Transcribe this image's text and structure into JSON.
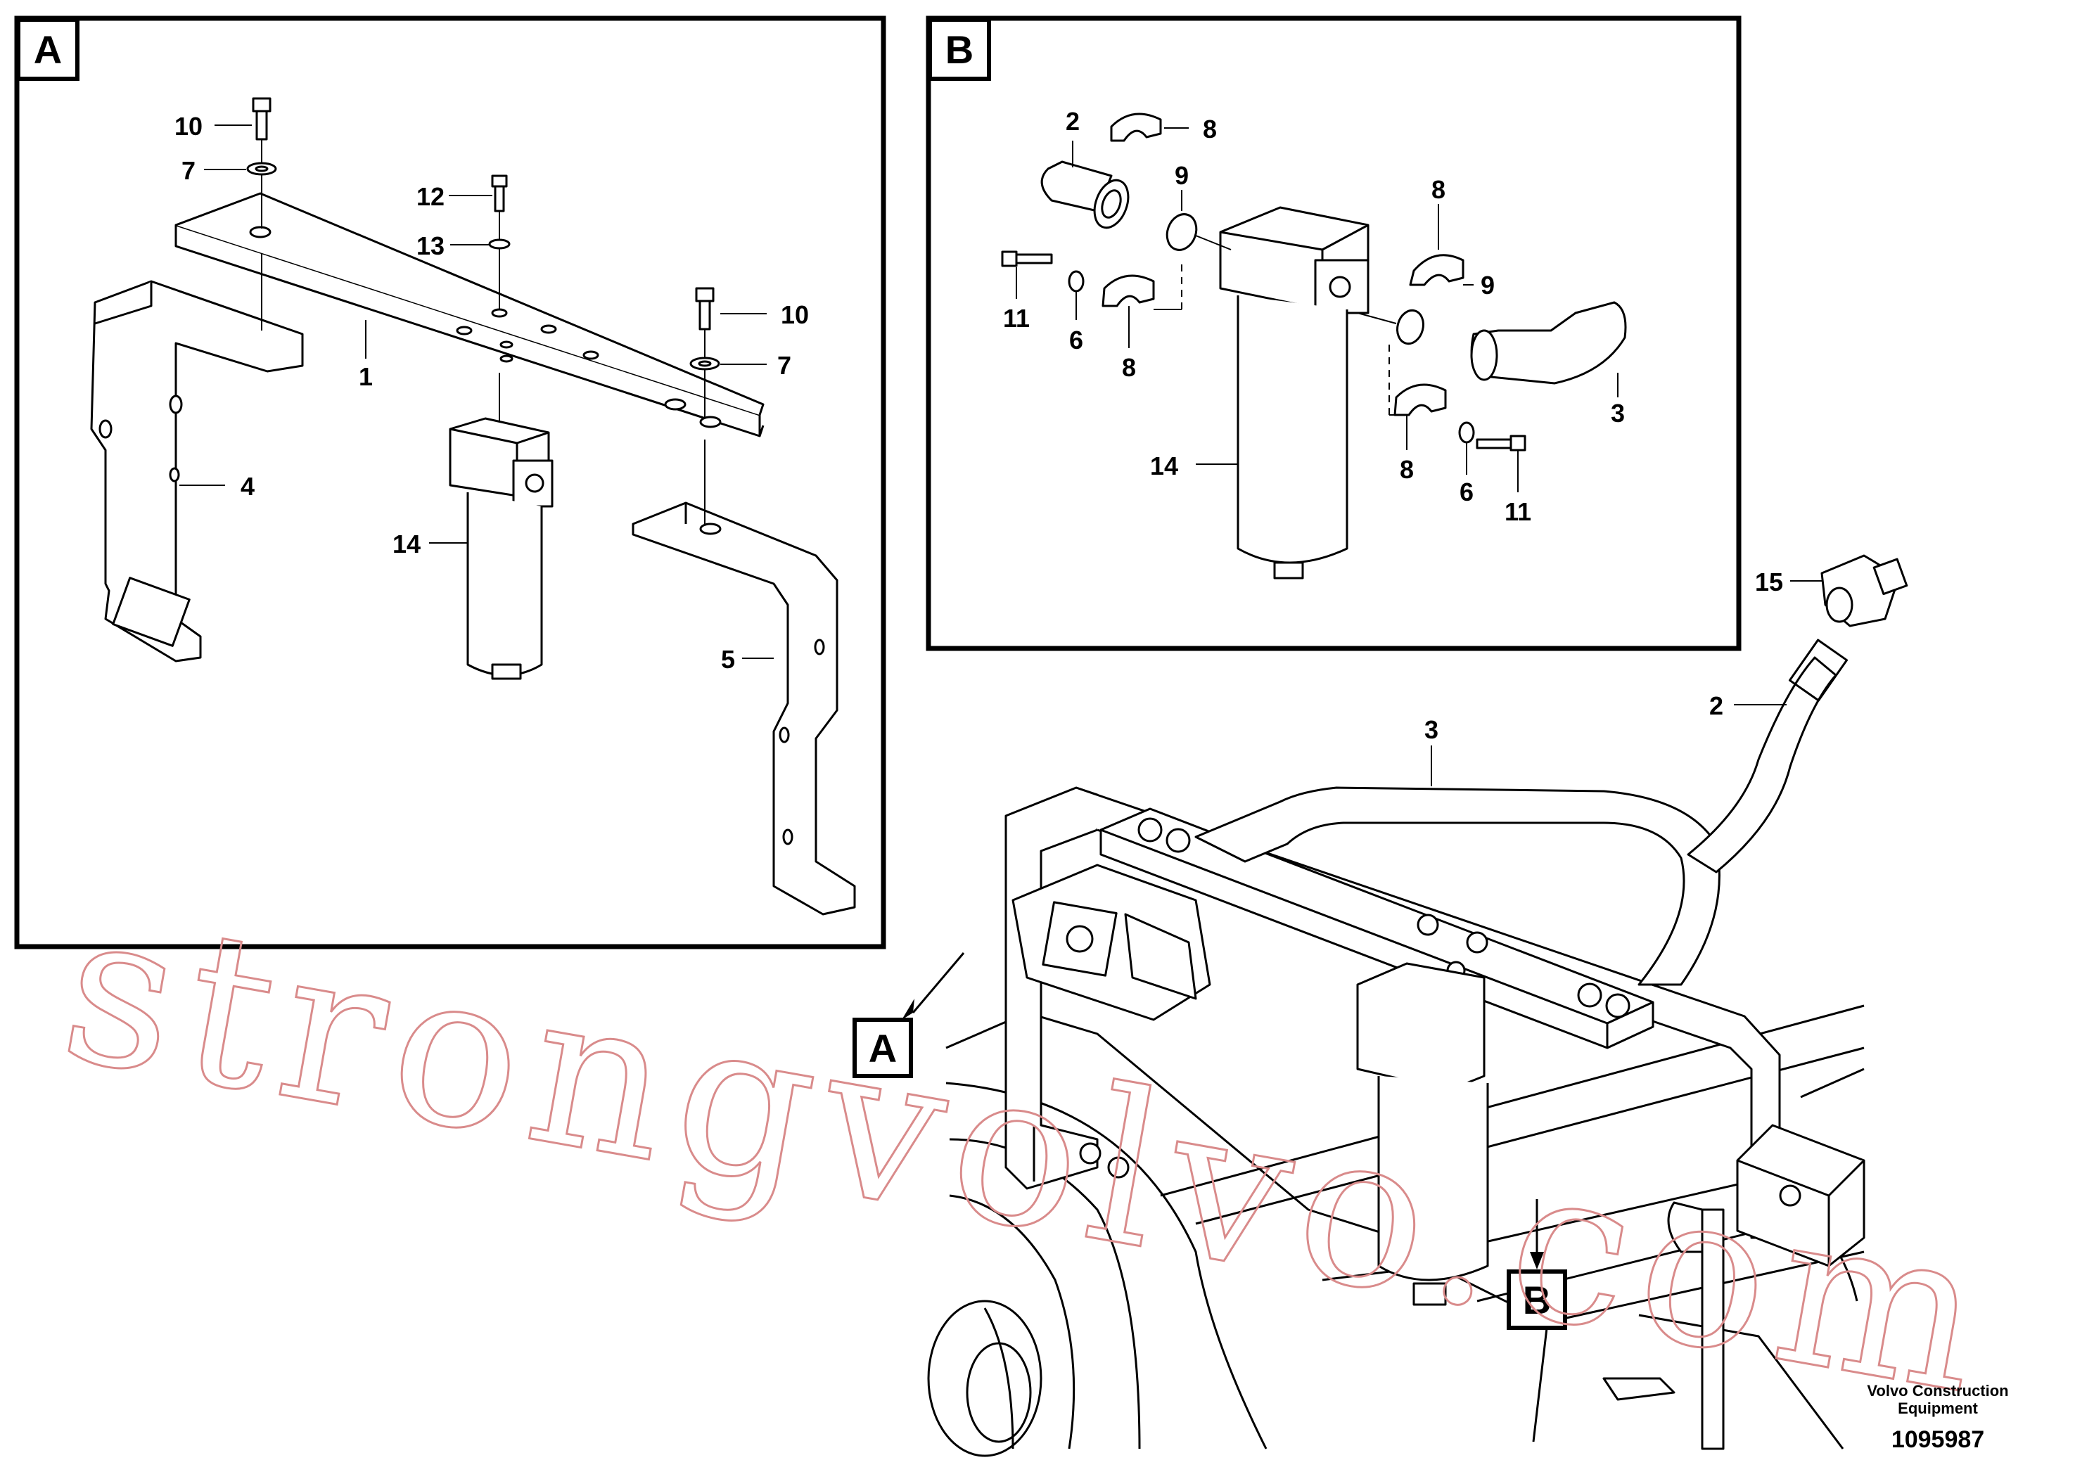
{
  "panels": {
    "a": {
      "label": "A"
    },
    "b": {
      "label": "B"
    }
  },
  "pointers": {
    "a": "A",
    "b": "B"
  },
  "callouts": {
    "a": {
      "bolt_top": "10",
      "washer_top": "7",
      "bolt_mid": "12",
      "washer_mid": "13",
      "bolt_right": "10",
      "washer_right": "7",
      "bar": "1",
      "bracket_left": "4",
      "filter": "14",
      "bracket_right": "5"
    },
    "b": {
      "hose_top": "2",
      "clamp_top": "8",
      "oring_top": "9",
      "clamp_right": "8",
      "oring_right": "9",
      "bolt_left": "11",
      "washer_left": "6",
      "clamp_left": "8",
      "filter": "14",
      "hose_right": "3",
      "clamp_bottom": "8",
      "washer_bottom": "6",
      "bolt_bottom": "11"
    },
    "main": {
      "fitting": "15",
      "hose": "2",
      "pipe": "3"
    }
  },
  "watermark": "strongvolvo.com",
  "footer": {
    "company_line1": "Volvo Construction",
    "company_line2": "Equipment",
    "doc_number": "1095987"
  }
}
